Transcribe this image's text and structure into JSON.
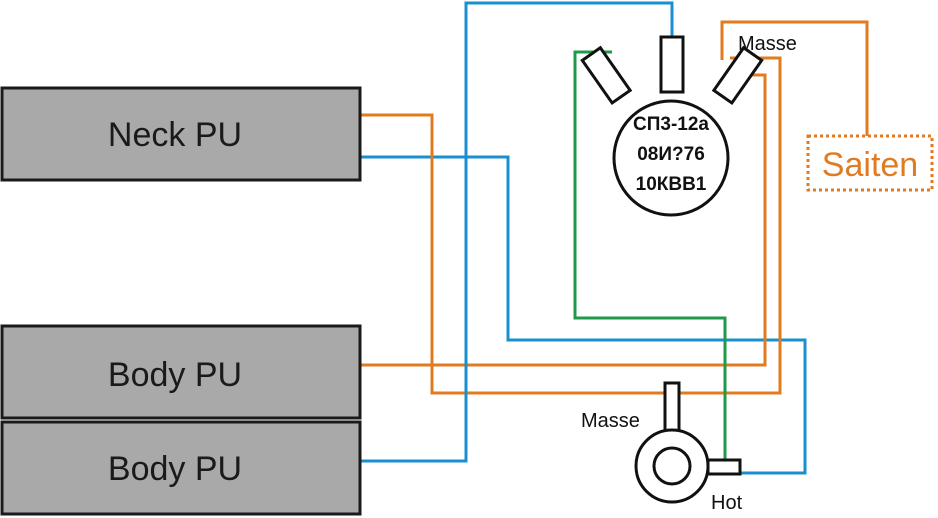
{
  "colors": {
    "wire_orange": "#e07b22",
    "wire_blue": "#1a8fd0",
    "wire_green": "#1f9a4a",
    "pickup_fill": "#a9a9a9"
  },
  "pickups": {
    "neck": "Neck PU",
    "body_top": "Body PU",
    "body_bottom": "Body PU"
  },
  "pot": {
    "line1": "СП3-12а",
    "line2": "08И?76",
    "line3": "10КВВ1",
    "ground_label": "Masse"
  },
  "strings": {
    "label": "Saiten"
  },
  "jack": {
    "ground_label": "Masse",
    "hot_label": "Hot"
  }
}
